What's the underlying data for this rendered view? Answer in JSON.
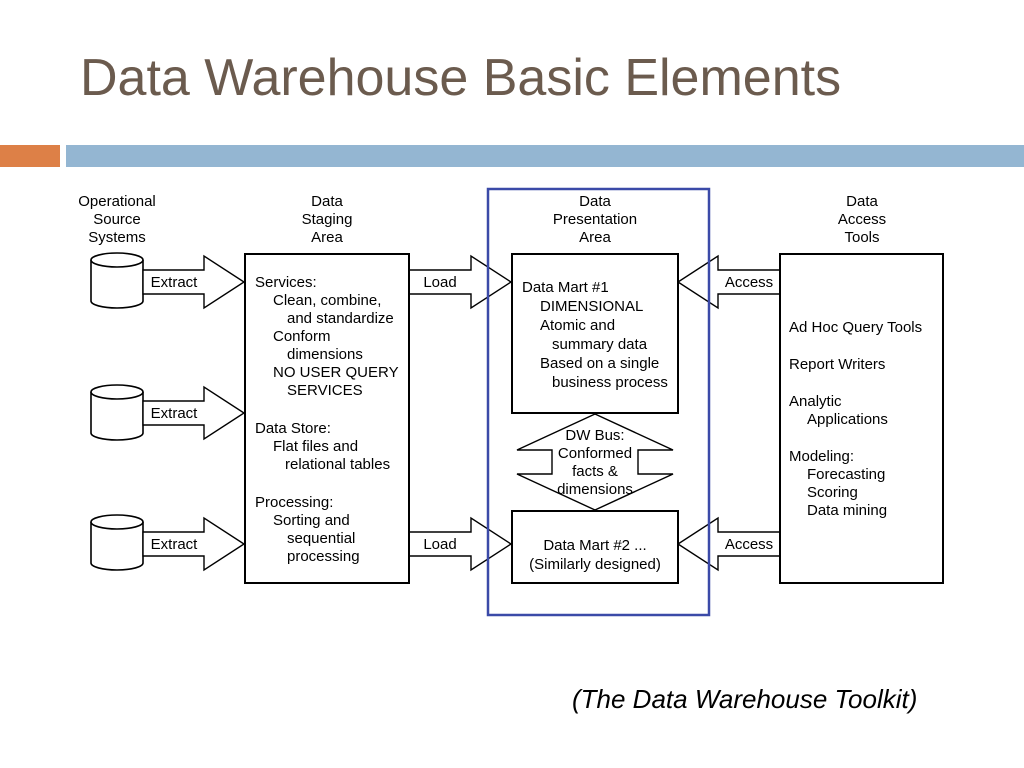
{
  "slide": {
    "title": "Data Warehouse Basic Elements",
    "caption": "(The Data Warehouse Toolkit)"
  },
  "diagram": {
    "headers": {
      "source": [
        "Operational",
        "Source",
        "Systems"
      ],
      "staging": [
        "Data",
        "Staging",
        "Area"
      ],
      "presentation": [
        "Data",
        "Presentation",
        "Area"
      ],
      "access": [
        "Data",
        "Access",
        "Tools"
      ]
    },
    "arrows": {
      "extract": "Extract",
      "load": "Load",
      "access": "Access"
    },
    "staging_box": [
      "Services:",
      "Clean, combine,",
      "and standardize",
      "Conform",
      "dimensions",
      "NO USER QUERY",
      "SERVICES",
      "Data Store:",
      "Flat files and",
      "relational tables",
      "Processing:",
      "Sorting and",
      "sequential",
      "processing"
    ],
    "data_mart_1": [
      "Data Mart #1",
      "DIMENSIONAL",
      "Atomic and",
      "summary data",
      "Based on a single",
      "business process"
    ],
    "dw_bus": [
      "DW Bus:",
      "Conformed",
      "facts &",
      "dimensions"
    ],
    "data_mart_2": [
      "Data Mart #2 ...",
      "(Similarly designed)"
    ],
    "access_box": [
      "Ad Hoc Query Tools",
      "Report Writers",
      "Analytic",
      "Applications",
      "Modeling:",
      "Forecasting",
      "Scoring",
      "Data mining"
    ],
    "colors": {
      "title": "#6b5b4e",
      "accent_orange": "#dd8047",
      "accent_blue": "#94b6d2",
      "presentation_border": "#3b4aa8"
    }
  }
}
